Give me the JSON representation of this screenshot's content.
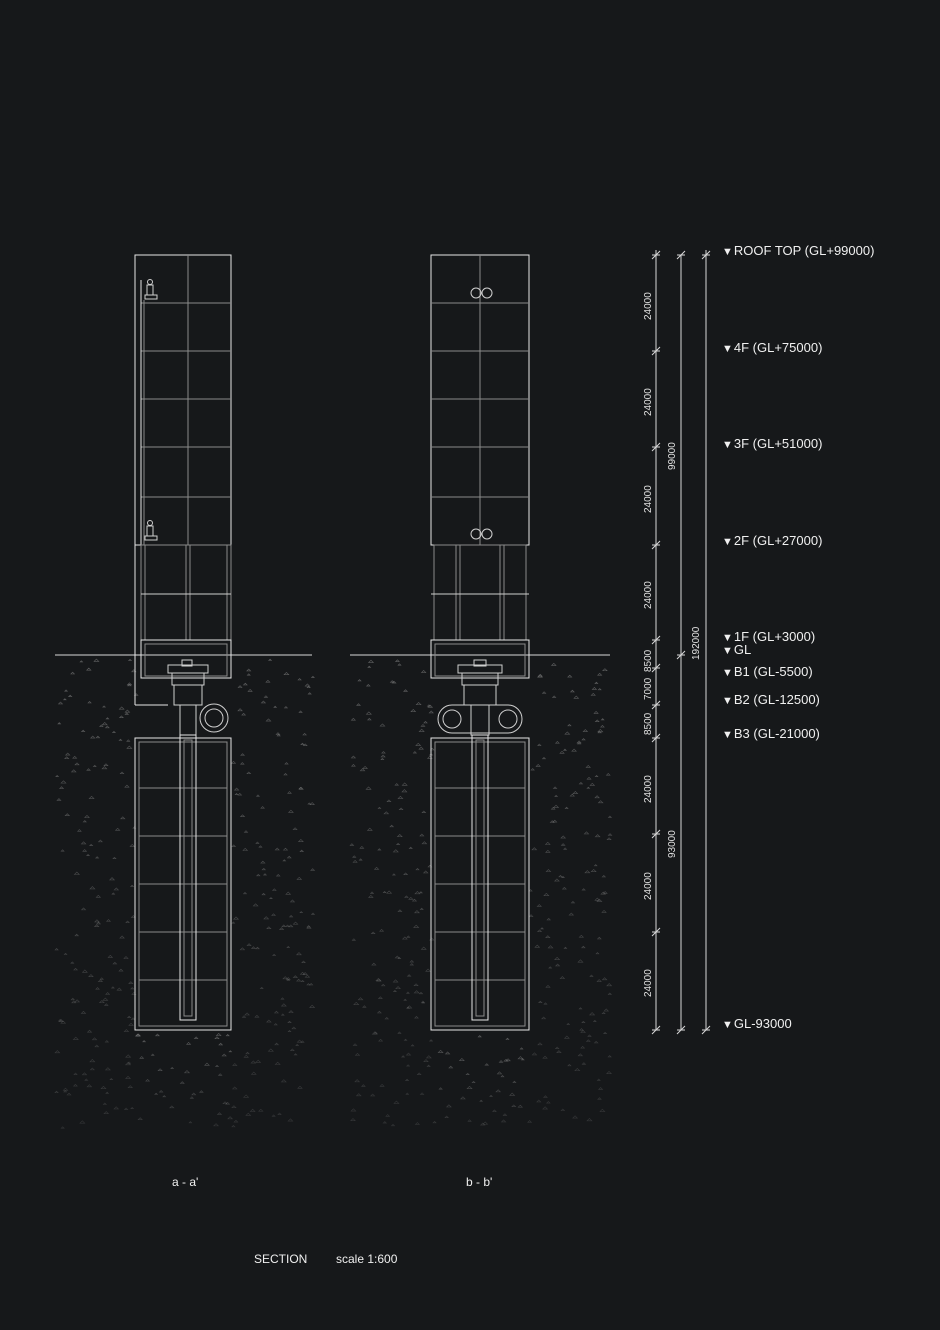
{
  "sheet": {
    "title": "SECTION",
    "scale": "scale 1:600"
  },
  "sections": [
    {
      "label": "a - a'"
    },
    {
      "label": "b - b'"
    }
  ],
  "levels": [
    {
      "marker": "▼",
      "text": "ROOF TOP (GL+99000)"
    },
    {
      "marker": "▼",
      "text": "4F (GL+75000)"
    },
    {
      "marker": "▼",
      "text": "3F (GL+51000)"
    },
    {
      "marker": "▼",
      "text": "2F (GL+27000)"
    },
    {
      "marker": "▼",
      "text": "1F (GL+3000)"
    },
    {
      "marker": "▼",
      "text": "GL"
    },
    {
      "marker": "▼",
      "text": "B1 (GL-5500)"
    },
    {
      "marker": "▼",
      "text": "B2 (GL-12500)"
    },
    {
      "marker": "▼",
      "text": "B3 (GL-21000)"
    },
    {
      "marker": "▼",
      "text": "GL-93000"
    }
  ],
  "dimensions": {
    "segments": [
      "24000",
      "24000",
      "24000",
      "24000",
      "8500",
      "7000",
      "8500",
      "24000",
      "24000",
      "24000"
    ],
    "above_ground": "99000",
    "below_ground": "93000",
    "total": "192000"
  },
  "colors": {
    "background": "#16181a",
    "line": "#e6e6e6",
    "grid": "#8a8a8a",
    "speckle": "#9a9a9a"
  }
}
